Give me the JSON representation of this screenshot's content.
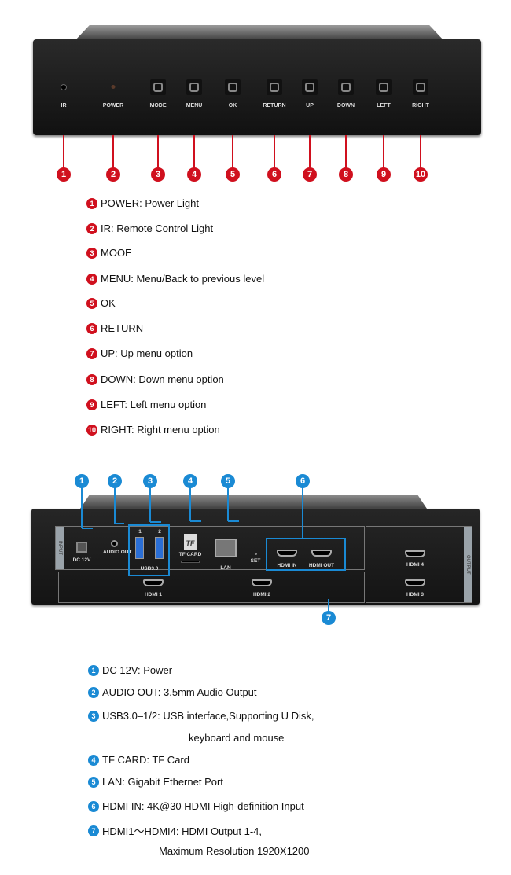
{
  "front_panel": {
    "labels": [
      "IR",
      "POWER",
      "MODE",
      "MENU",
      "OK",
      "RETURN",
      "UP",
      "DOWN",
      "LEFT",
      "RIGHT"
    ],
    "callouts": [
      "1",
      "2",
      "3",
      "4",
      "5",
      "6",
      "7",
      "8",
      "9",
      "10"
    ],
    "accent": "#d0101e"
  },
  "front_legend": [
    {
      "n": "1",
      "text": "POWER: Power Light"
    },
    {
      "n": "2",
      "text": "IR: Remote Control Light"
    },
    {
      "n": "3",
      "text": "MOOE"
    },
    {
      "n": "4",
      "text": "MENU: Menu/Back to previous level"
    },
    {
      "n": "5",
      "text": "OK"
    },
    {
      "n": "6",
      "text": "RETURN"
    },
    {
      "n": "7",
      "text": "UP: Up menu option"
    },
    {
      "n": "8",
      "text": "DOWN: Down menu option"
    },
    {
      "n": "9",
      "text": "LEFT: Left menu option"
    },
    {
      "n": "10",
      "text": "RIGHT: Right menu option"
    }
  ],
  "back_panel": {
    "input_label": "INPUT",
    "output_label": "OUTPUT",
    "dc": "DC 12V",
    "audio": "AUDIO OUT",
    "usb1": "1",
    "usb2": "2",
    "usb": "USB3.0",
    "tf_icon": "TF",
    "tf": "TF CARD",
    "lan": "LAN",
    "set": "SET",
    "hdmi_in": "HDMI IN",
    "hdmi_out": "HDMI OUT",
    "hdmi1": "HDMI 1",
    "hdmi2": "HDMI 2",
    "hdmi3": "HDMI 3",
    "hdmi4": "HDMI 4",
    "callouts": [
      "1",
      "2",
      "3",
      "4",
      "5",
      "6",
      "7"
    ],
    "accent": "#1a8ad4"
  },
  "back_legend": [
    {
      "n": "1",
      "text": "DC 12V: Power"
    },
    {
      "n": "2",
      "text": "AUDIO OUT: 3.5mm Audio Output"
    },
    {
      "n": "3",
      "text": "USB3.0–1/2: USB interface,Supporting U Disk,",
      "cont": "keyboard and mouse"
    },
    {
      "n": "4",
      "text": "TF CARD: TF Card"
    },
    {
      "n": "5",
      "text": "LAN: Gigabit Ethernet Port"
    },
    {
      "n": "6",
      "text": "HDMI IN: 4K@30 HDMI High-definition Input"
    },
    {
      "n": "7",
      "text": "HDMI1～HDMI4: HDMI Output 1-4,",
      "cont": "Maximum Resolution 1920X1200"
    }
  ]
}
